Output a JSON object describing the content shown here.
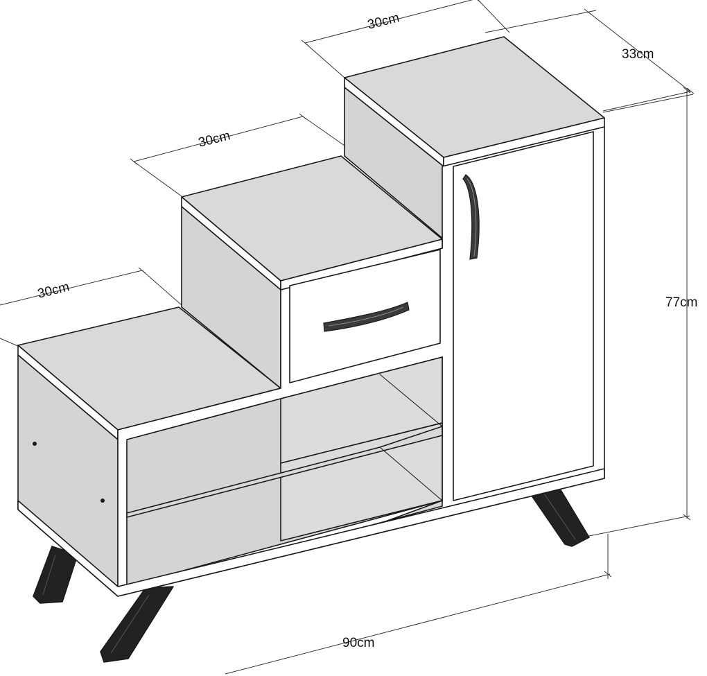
{
  "dimensions": {
    "step1_width": "30cm",
    "step2_width": "30cm",
    "step3_width": "30cm",
    "depth": "33cm",
    "height": "77cm",
    "total_width": "90cm"
  },
  "colors": {
    "top_face": "#d9d9d9",
    "side_face": "#d4d4d4",
    "front_face": "#ffffff",
    "inner_shadow": "#dcdcdc",
    "handle": "#3a3a3a",
    "leg": "#1f1f1f",
    "line": "#1a1a1a"
  },
  "icons": {
    "door_handle": "curved-bar-handle-icon",
    "drawer_handle": "curved-bar-handle-icon"
  }
}
